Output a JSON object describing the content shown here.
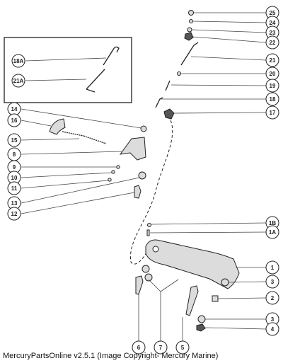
{
  "caption": "MercuryPartsOnline v2.5.1 (Image Copyright- Mercury Marine)",
  "inset": {
    "callouts": [
      "18A",
      "21A"
    ]
  },
  "callouts_left": [
    "14",
    "16",
    "15",
    "8",
    "9",
    "10",
    "11",
    "13",
    "12"
  ],
  "callouts_right": [
    "25",
    "24",
    "23",
    "22",
    "21",
    "20",
    "19",
    "18",
    "17",
    "1B",
    "1A",
    "1",
    "3",
    "2",
    "3",
    "4"
  ],
  "callouts_bottom": [
    "6",
    "7",
    "5"
  ]
}
